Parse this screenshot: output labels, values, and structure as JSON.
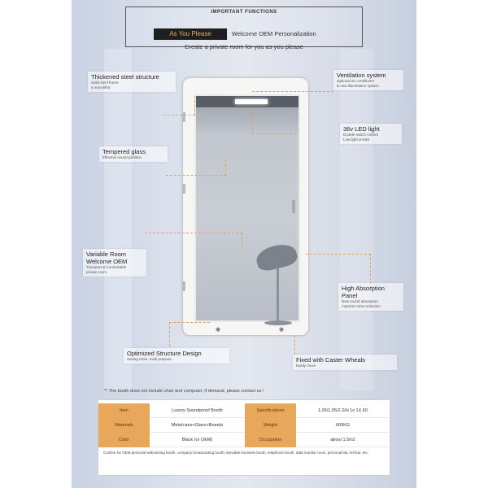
{
  "header": {
    "functions_label": "IMPORTANT FUNCTIONS",
    "slogan": "As You Please",
    "welcome": "Welcome OEM Personalization",
    "tagline": "Create a private room for you as you please"
  },
  "features": {
    "steel": {
      "title": "Thickened steel structure",
      "sub": "Solid steel frame\na monolithic"
    },
    "ventilation": {
      "title": "Ventilation system",
      "sub": "Optional air conditioner\n& new illumination system"
    },
    "led": {
      "title": "36v LED light",
      "sub": "Double switch control\nLow light smoke"
    },
    "glass": {
      "title": "Tempered glass",
      "sub": "Effective sound partition"
    },
    "variable": {
      "title": "Variable Room\nWelcome OEM",
      "sub": "Transport & Comfortable\nprivate room"
    },
    "absorption": {
      "title": "High Absorption\nPanel",
      "sub": "New sound absorption\nmaterial noise reduction"
    },
    "structure": {
      "title": "Optimized Structure Design",
      "sub": "Saving room, multi purpose"
    },
    "caster": {
      "title": "Fixed with Caster Wheals",
      "sub": "Easily move"
    }
  },
  "icons": {
    "caster_left": "caster-wheel-icon",
    "caster_right": "caster-wheel-icon"
  },
  "note": "** The booth does not include chair and computer, if demand, please contact us !",
  "spec_table": {
    "rows": [
      [
        "Item",
        "Luxury Soundproof Booth",
        "Specifications",
        "1.05/1.05/2.2/H 1x 1X.60"
      ],
      [
        "Materials",
        "Metal+aes+Glass+Boards",
        "Weight",
        "600KG"
      ],
      [
        "Color",
        "Black (or OEM)",
        "Occupation",
        "about 1.5m2"
      ]
    ],
    "usage": "Confine for OEM personal webcasting booth, company broadcasting booth, Movable business booth, telephone booth, data monitor room, personal lab, tell bar, etc."
  },
  "colors": {
    "accent": "#e8a75a",
    "slogan_bg": "#1e1e1e",
    "slogan_text": "#e2b260",
    "lead_line": "#d9a45b"
  }
}
